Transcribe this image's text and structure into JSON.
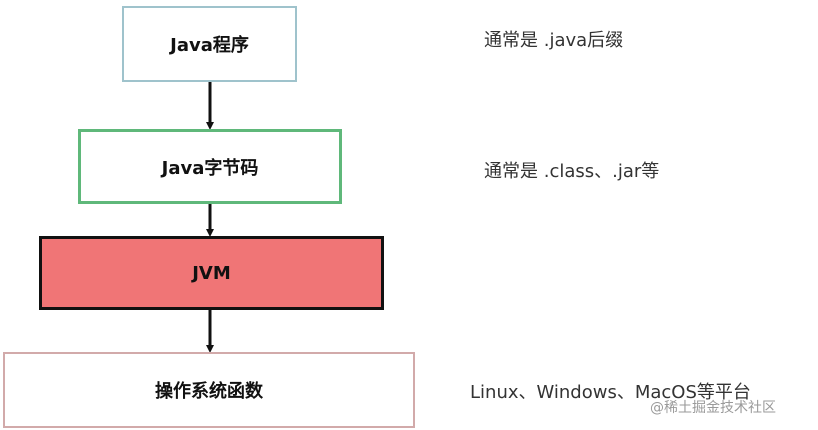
{
  "boxes": {
    "java_program": "Java程序",
    "bytecode": "Java字节码",
    "jvm": "JVM",
    "os": "操作系统函数"
  },
  "notes": {
    "java_program": "通常是 .java后缀",
    "bytecode": "通常是 .class、.jar等",
    "os": "Linux、Windows、MacOS等平台"
  },
  "watermark": "@稀土掘金技术社区",
  "colors": {
    "java_border": "#9fc3cc",
    "bytecode_border": "#5fb87a",
    "jvm_fill": "#f07576",
    "jvm_border": "#111111",
    "os_border": "#d2aaaa"
  }
}
